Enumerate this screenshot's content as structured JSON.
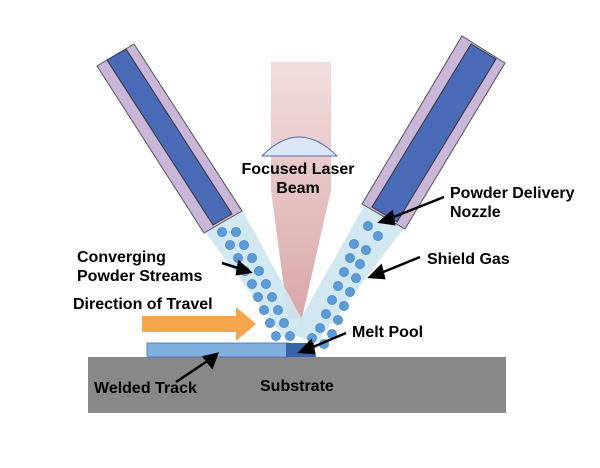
{
  "labels": {
    "laser_line1": "Focused Laser",
    "laser_line2": "Beam",
    "nozzle_line1": "Powder Delivery",
    "nozzle_line2": "Nozzle",
    "streams_line1": "Converging",
    "streams_line2": "Powder Streams",
    "shield_gas": "Shield Gas",
    "direction": "Direction of Travel",
    "melt_pool": "Melt Pool",
    "welded_track": "Welded Track",
    "substrate": "Substrate"
  },
  "colors": {
    "nozzle_outer": "#c9b6d9",
    "nozzle_inner": "#4a6cb8",
    "gas_stream": "#cde6f0",
    "powder": "#5b9bd8",
    "laser_top": "#f3dede",
    "laser_bottom": "#d9a7a7",
    "lens": "#dce6f4",
    "arrow": "#f5a54a",
    "track": "#7fb0e0",
    "melt_pool": "#3a64a8",
    "substrate": "#888888"
  }
}
